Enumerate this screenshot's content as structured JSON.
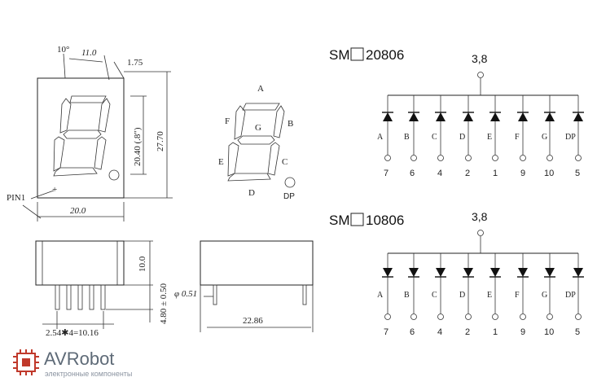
{
  "front_view": {
    "dim_angle": "10°",
    "dim_top": "11.0",
    "dim_right_offset": "1.75",
    "dim_digit_height": "20.40 (.8\")",
    "dim_total_height": "27.70",
    "dim_width": "20.0",
    "pin1_label": "PIN1"
  },
  "segment_diagram": {
    "labels": {
      "A": "A",
      "B": "B",
      "C": "C",
      "D": "D",
      "E": "E",
      "F": "F",
      "G": "G",
      "DP": "DP"
    }
  },
  "side_view": {
    "dim_height": "10.0",
    "dim_pin_length": "4.80 ± 0.50",
    "dim_pitch": "2.54✱4=10.16"
  },
  "end_view": {
    "dim_pin_diameter": "φ 0.51",
    "dim_depth": "22.86"
  },
  "circuits": [
    {
      "model": "SM",
      "model_number": "20806",
      "common_pins": "3,8",
      "orientation": "anode",
      "segments": [
        "A",
        "B",
        "C",
        "D",
        "E",
        "F",
        "G",
        "DP"
      ],
      "pins": [
        "7",
        "6",
        "4",
        "2",
        "1",
        "9",
        "10",
        "5"
      ]
    },
    {
      "model": "SM",
      "model_number": "10806",
      "common_pins": "3,8",
      "orientation": "cathode",
      "segments": [
        "A",
        "B",
        "C",
        "D",
        "E",
        "F",
        "G",
        "DP"
      ],
      "pins": [
        "7",
        "6",
        "4",
        "2",
        "1",
        "9",
        "10",
        "5"
      ]
    }
  ],
  "watermark": {
    "brand": "AVRobot",
    "tagline": "электронные компоненты",
    "accent_color": "#c0392b"
  }
}
